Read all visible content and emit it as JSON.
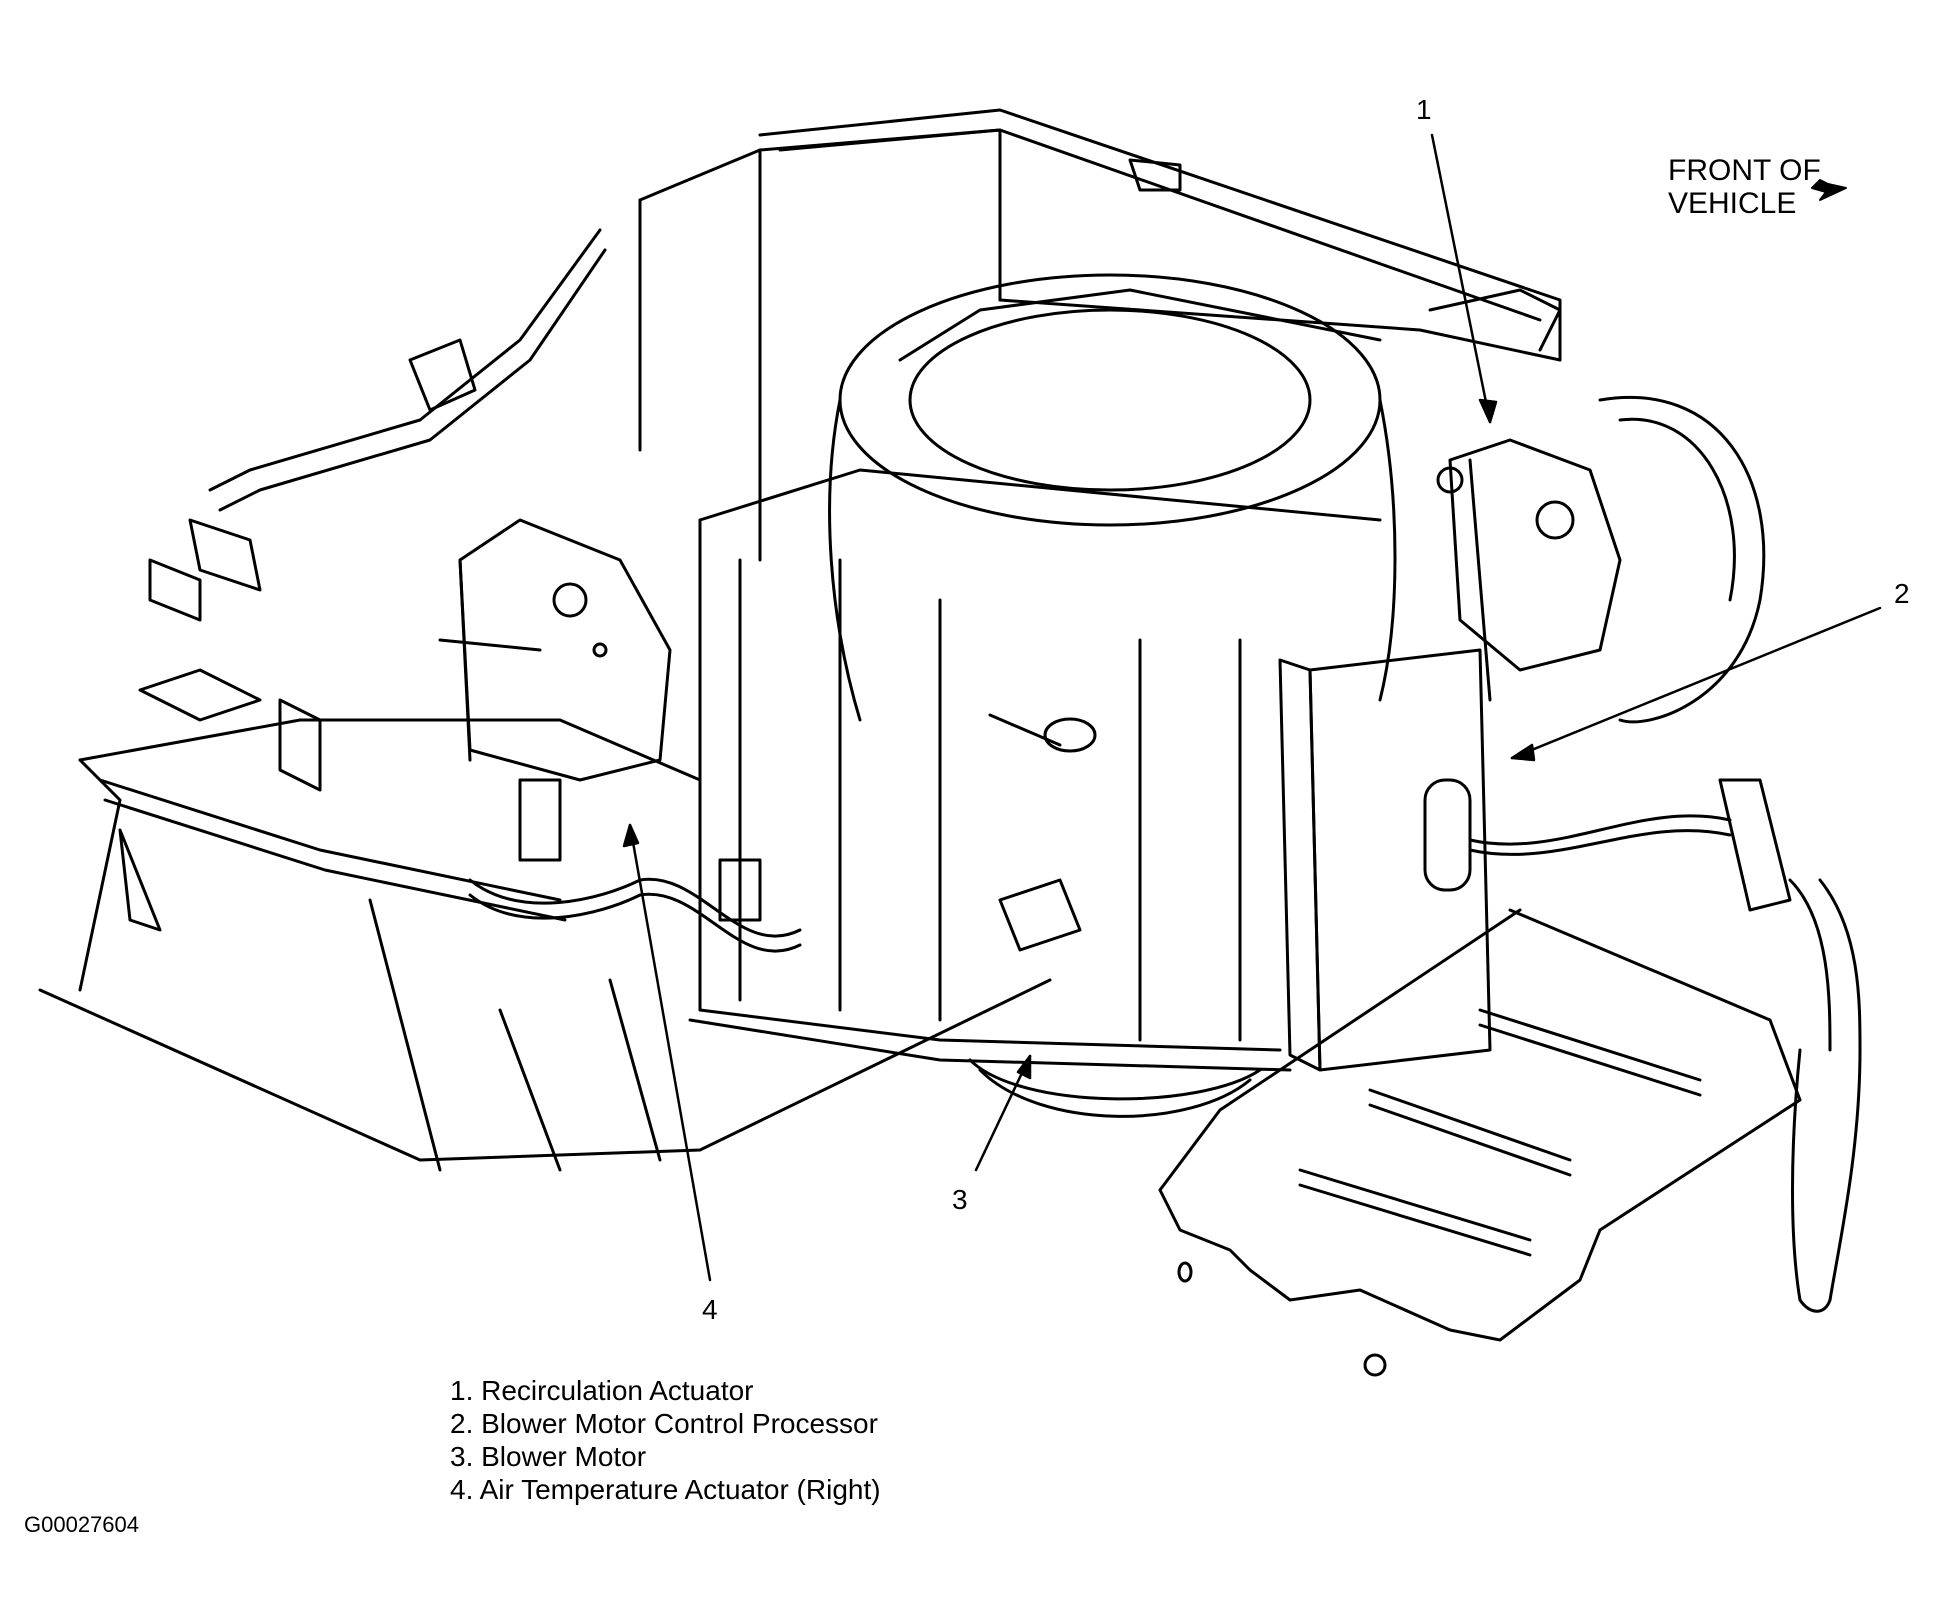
{
  "diagram": {
    "callouts": [
      {
        "num": "1"
      },
      {
        "num": "2"
      },
      {
        "num": "3"
      },
      {
        "num": "4"
      }
    ],
    "front_label": {
      "line1": "FRONT OF",
      "line2": "VEHICLE"
    },
    "legend": [
      "1. Recirculation Actuator",
      "2. Blower Motor Control Processor",
      "3. Blower Motor",
      "4. Air Temperature Actuator (Right)"
    ],
    "figure_id": "G00027604",
    "stroke_color": "#000000",
    "background_color": "#ffffff"
  }
}
